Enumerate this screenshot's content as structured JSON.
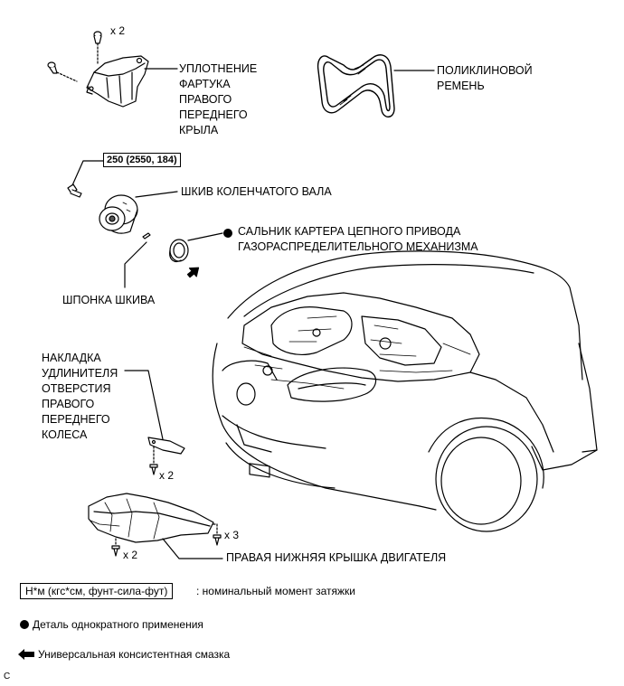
{
  "labels": {
    "fender_seal": "УПЛОТНЕНИЕ\nФАРТУКА\nПРАВОГО\nПЕРЕДНЕГО\nКРЫЛА",
    "v_belt": "ПОЛИКЛИНОВОЙ\nРЕМЕНЬ",
    "crank_pulley": "ШКИВ КОЛЕНЧАТОГО ВАЛА",
    "oil_seal": "САЛЬНИК КАРТЕРА ЦЕПНОГО ПРИВОДА\nГАЗОРАСПРЕДЕЛИТЕЛЬНОГО МЕХАНИЗМА",
    "pulley_key": "ШПОНКА ШКИВА",
    "wheel_cover": "НАКЛАДКА\nУДЛИНИТЕЛЯ\nОТВЕРСТИЯ\nПРАВОГО\nПЕРЕДНЕГО\nКОЛЕСА",
    "engine_cover": "ПРАВАЯ НИЖНЯЯ КРЫШКА ДВИГАТЕЛЯ"
  },
  "quantities": {
    "fender_clips": "x 2",
    "wheel_cover_screws": "x 2",
    "engine_cover_left": "x 2",
    "engine_cover_right": "x 3"
  },
  "torque_spec": "250 (2550, 184)",
  "legend": {
    "torque_units": "Н*м (кгс*см, фунт-сила-фут)",
    "torque_desc": ": номинальный момент затяжки",
    "non_reusable": "Деталь однократного применения",
    "grease": "Универсальная консистентная смазка"
  },
  "figure_code": "C",
  "colors": {
    "line": "#000000",
    "fill": "#ffffff",
    "shade": "#888888"
  }
}
